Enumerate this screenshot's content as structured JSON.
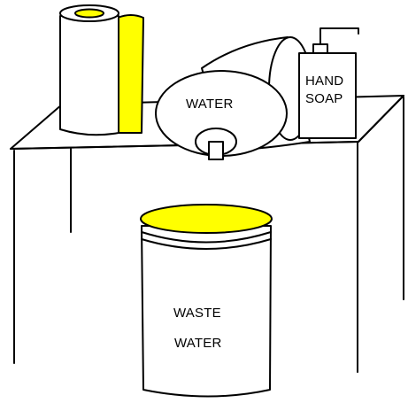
{
  "labels": {
    "water": "WATER",
    "hand_soap_line1": "HAND",
    "hand_soap_line2": "SOAP",
    "waste_line1": "WASTE",
    "waste_line2": "WATER"
  },
  "colors": {
    "accent_yellow": "#ffff00",
    "line": "#000000",
    "background": "#ffffff"
  }
}
